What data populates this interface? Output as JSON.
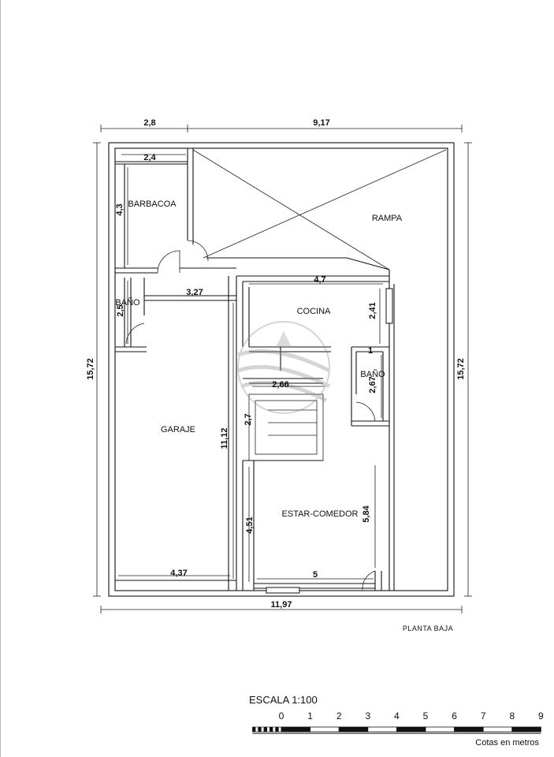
{
  "dimensions": {
    "top_left": "2,8",
    "top_right": "9,17",
    "barbacoa_width": "2,4",
    "barbacoa_height": "4,3",
    "bano_left_height": "2,5",
    "garage_top": "3,27",
    "cocina_width": "4,7",
    "cocina_height": "2,41",
    "cocina_lower": "2,66",
    "bano_right_height": "2,67",
    "bano_right_small": "1",
    "stair": "2,7",
    "left_total": "15,72",
    "right_total": "15,72",
    "garage_height": "11,12",
    "estar_height": "5,84",
    "estar_left": "4,51",
    "garage_bottom": "4,37",
    "estar_bottom": "5",
    "bottom_total": "11,97"
  },
  "rooms": {
    "barbacoa": "BARBACOA",
    "rampa": "RAMPA",
    "bano_left": "BAÑO",
    "cocina": "COCINA",
    "bano_right": "BAÑO",
    "garaje": "GARAJE",
    "estar": "ESTAR-COMEDOR"
  },
  "plan_label": "PLANTA BAJA",
  "scale": {
    "title": "ESCALA 1:100",
    "ticks": [
      "0",
      "1",
      "2",
      "3",
      "4",
      "5",
      "6",
      "7",
      "8",
      "9"
    ],
    "units_note": "Cotas en metros"
  }
}
